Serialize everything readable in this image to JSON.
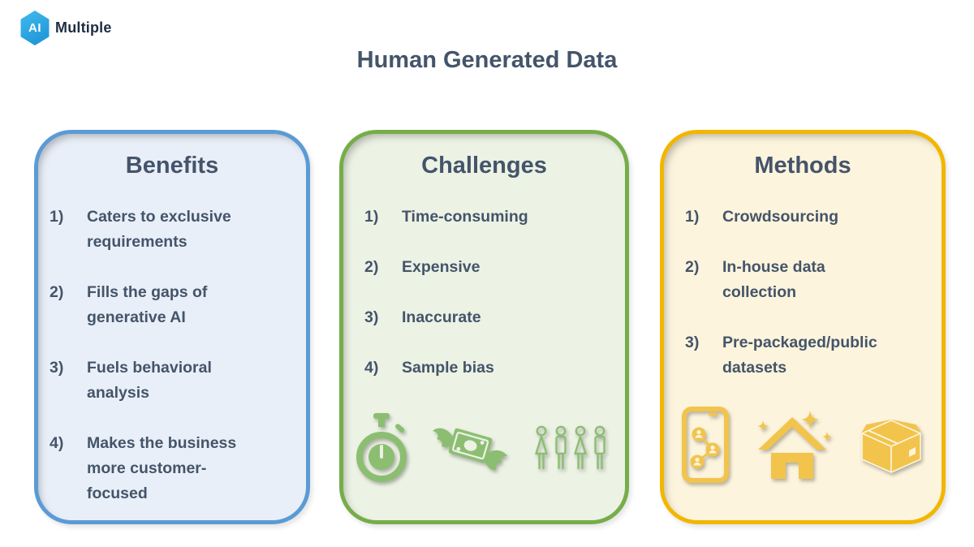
{
  "page": {
    "background": "#ffffff",
    "text_color": "#44546A"
  },
  "logo": {
    "hex_label": "AI",
    "brand": "Multiple",
    "hex_color_top": "#41BBEE",
    "hex_color_bottom": "#1C90D4",
    "brand_color": "#1F2D42"
  },
  "title": {
    "text": "Human Generated Data",
    "color": "#44546A"
  },
  "cards": [
    {
      "title": "Benefits",
      "accent": "#5B9BD5",
      "background": "#E9EFF8",
      "icon_color": null,
      "items": [
        {
          "num": "1)",
          "text": "Caters to exclusive requirements"
        },
        {
          "num": "2)",
          "text": "Fills the gaps of generative AI"
        },
        {
          "num": "3)",
          "text": "Fuels behavioral analysis"
        },
        {
          "num": "4)",
          "text": "Makes the business more customer-focused"
        }
      ],
      "icons": []
    },
    {
      "title": "Challenges",
      "accent": "#76AD49",
      "background": "#ECF2E4",
      "icon_color": "#8CBE72",
      "items": [
        {
          "num": "1)",
          "text": "Time-consuming"
        },
        {
          "num": "2)",
          "text": "Expensive"
        },
        {
          "num": "3)",
          "text": "Inaccurate"
        },
        {
          "num": "4)",
          "text": "Sample bias"
        }
      ],
      "icons": [
        "stopwatch-icon",
        "winged-money-icon",
        "people-group-icon"
      ]
    },
    {
      "title": "Methods",
      "accent": "#F2B600",
      "background": "#FCF4DC",
      "icon_color": "#F2C44C",
      "items": [
        {
          "num": "1)",
          "text": "Crowdsourcing"
        },
        {
          "num": "2)",
          "text": "In-house data collection"
        },
        {
          "num": "3)",
          "text": "Pre-packaged/public datasets"
        }
      ],
      "icons": [
        "phone-share-icon",
        "house-sparkles-icon",
        "package-box-icon"
      ]
    }
  ]
}
